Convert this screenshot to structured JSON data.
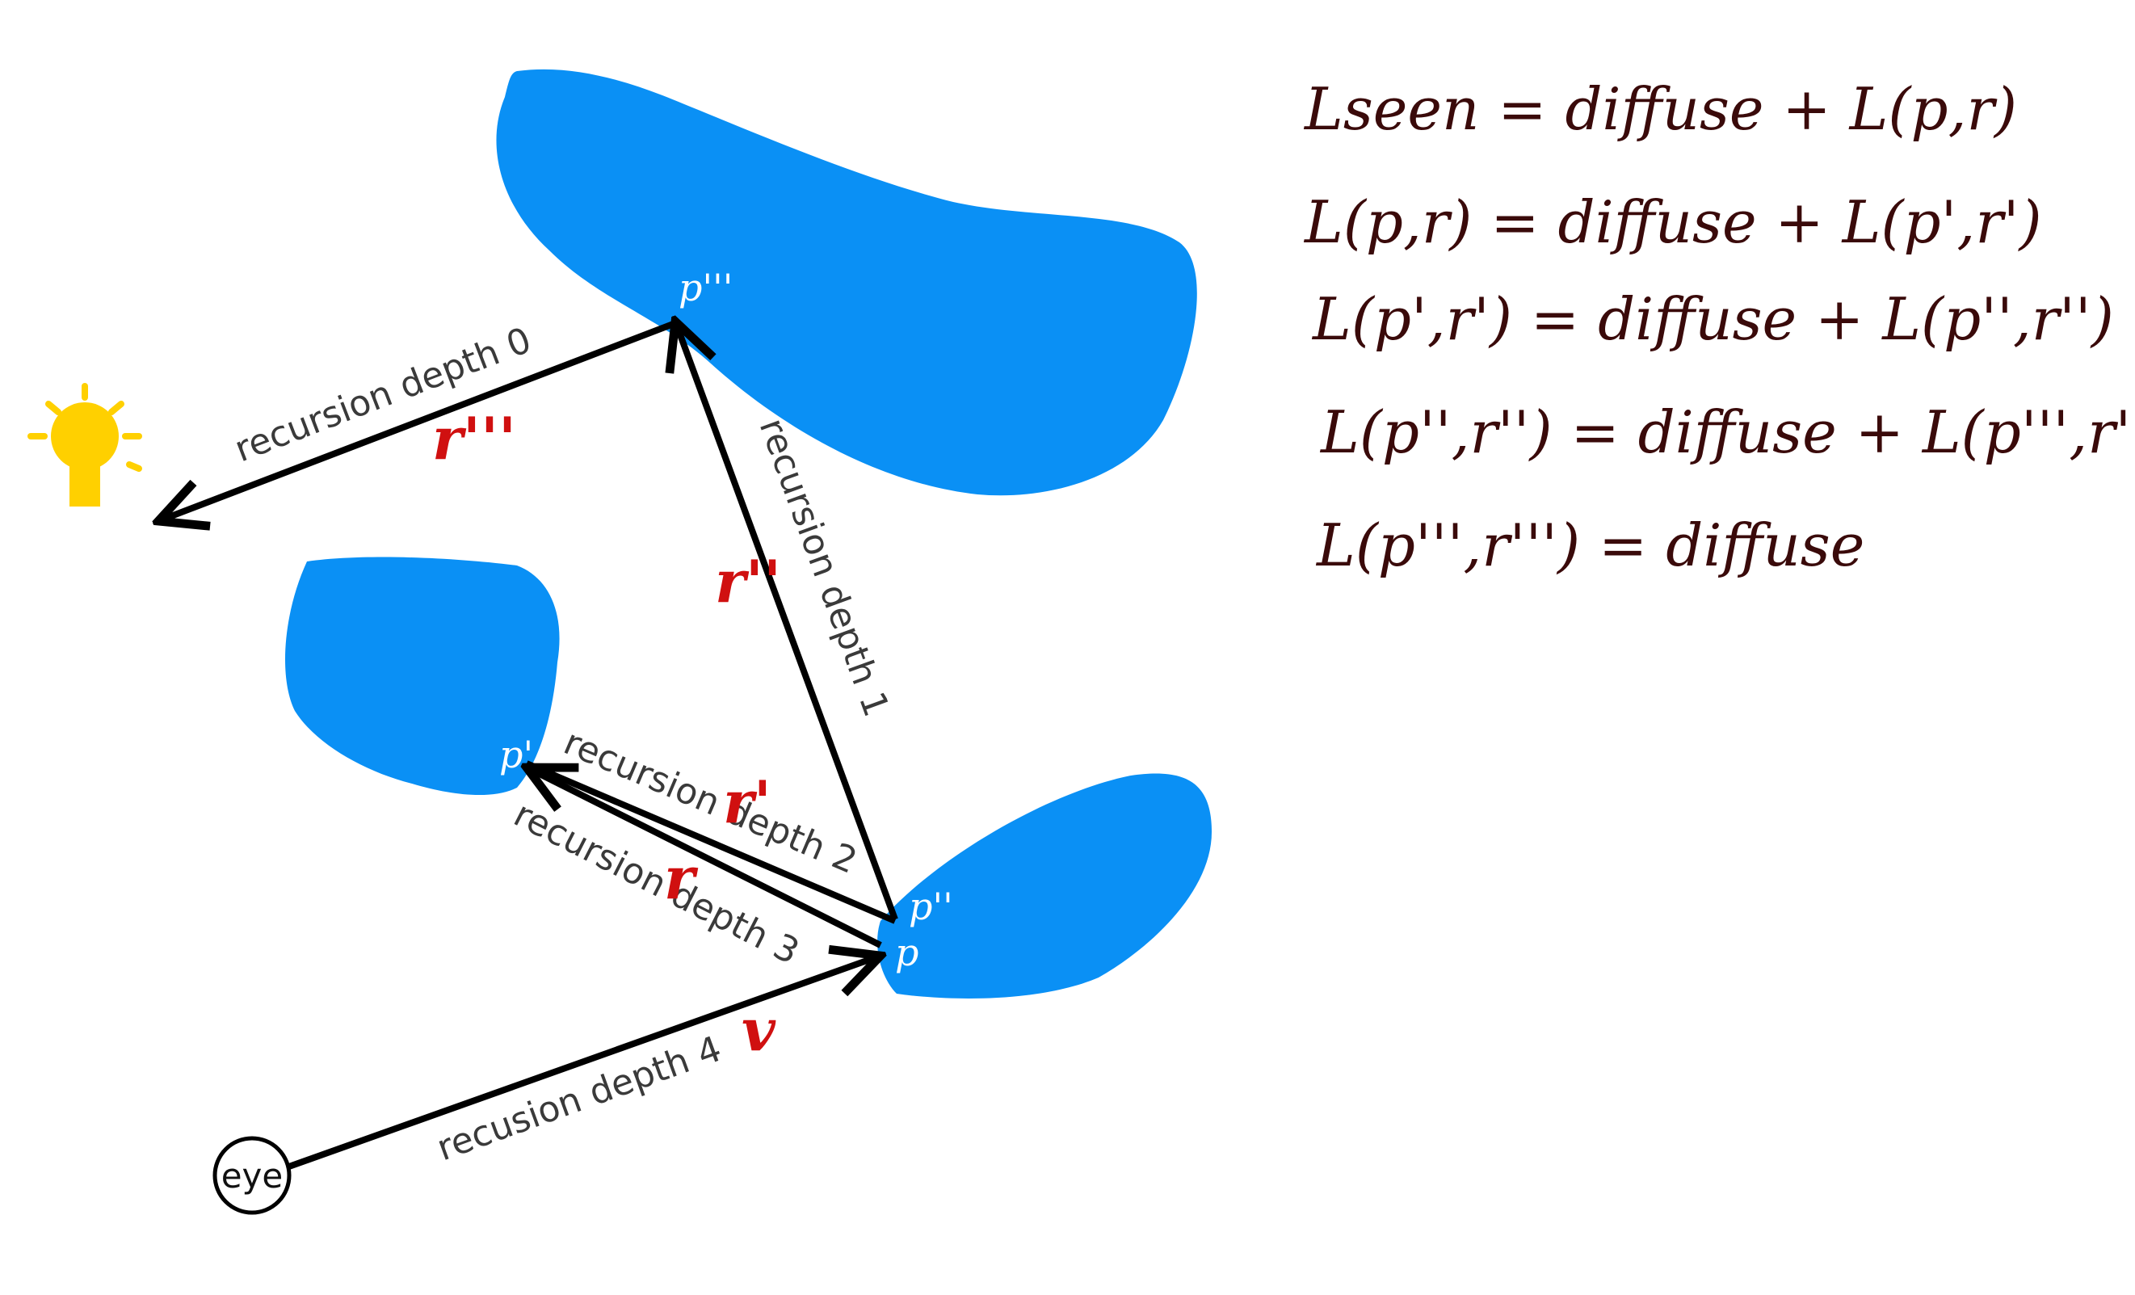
{
  "colors": {
    "object": "#0a90f5",
    "ray": "#000000",
    "ray_label": "#d01010",
    "equation": "#3a0a0a",
    "bulb": "#ffd000"
  },
  "eye": {
    "label": "eye"
  },
  "light": {
    "icon": "lightbulb-icon"
  },
  "points": {
    "p": "p",
    "p1": "p'",
    "p2": "p''",
    "p3": "p'''"
  },
  "rays": {
    "depth0": {
      "label": "recursion depth 0",
      "ray": "r'''"
    },
    "depth1": {
      "label": "recursion depth 1",
      "ray": "r''"
    },
    "depth2": {
      "label": "recursion depth 2",
      "ray": "r'"
    },
    "depth3": {
      "label": "recursion depth 3",
      "ray": "r"
    },
    "depth4": {
      "label": "recusion depth 4",
      "ray": "v"
    }
  },
  "equations": [
    "Lseen = diffuse + L(p,r)",
    "L(p,r) = diffuse + L(p',r')",
    "L(p',r') = diffuse + L(p'',r'')",
    "L(p'',r'') = diffuse + L(p''',r''')",
    "L(p''',r''') = diffuse"
  ]
}
